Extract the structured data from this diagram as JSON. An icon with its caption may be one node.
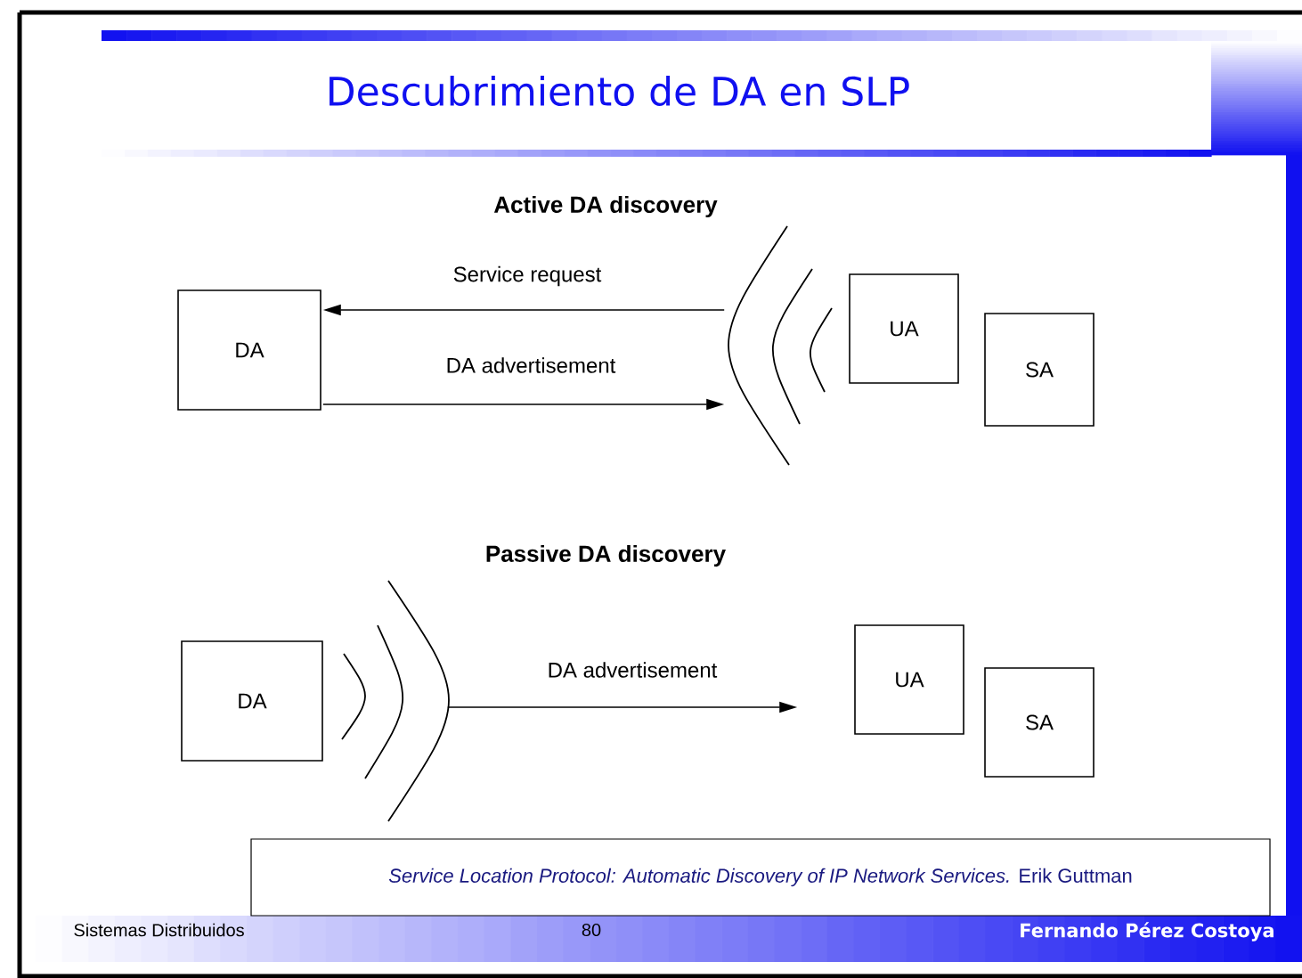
{
  "diagram": {
    "title": "Descubrimiento de DA en SLP",
    "nodes": [
      {
        "text": [
          "DA"
        ]
      },
      {
        "text": [
          "UA"
        ]
      },
      {
        "text": [
          "SA"
        ]
      },
      {
        "text": [
          "DA"
        ]
      },
      {
        "text": [
          "UA"
        ]
      },
      {
        "text": [
          "SA"
        ]
      },
      {
        "text": [
          "*Service Location Protocol: Automatic Discovery of IP Network Services.* Erik Guttman"
        ]
      }
    ],
    "edges": [
      {
        "from": 1,
        "to": 0,
        "arrow": "to",
        "label": "Service request"
      },
      {
        "from": 0,
        "to": 1,
        "arrow": "to",
        "label": "DA advertisement"
      },
      {
        "from": 3,
        "to": 4,
        "arrow": "to",
        "label": "DA advertisement"
      }
    ],
    "labels": [
      "Active DA discovery",
      "Passive DA discovery",
      "Sistemas Distribuidos",
      "80",
      "Fernando Pérez Costoya"
    ]
  }
}
